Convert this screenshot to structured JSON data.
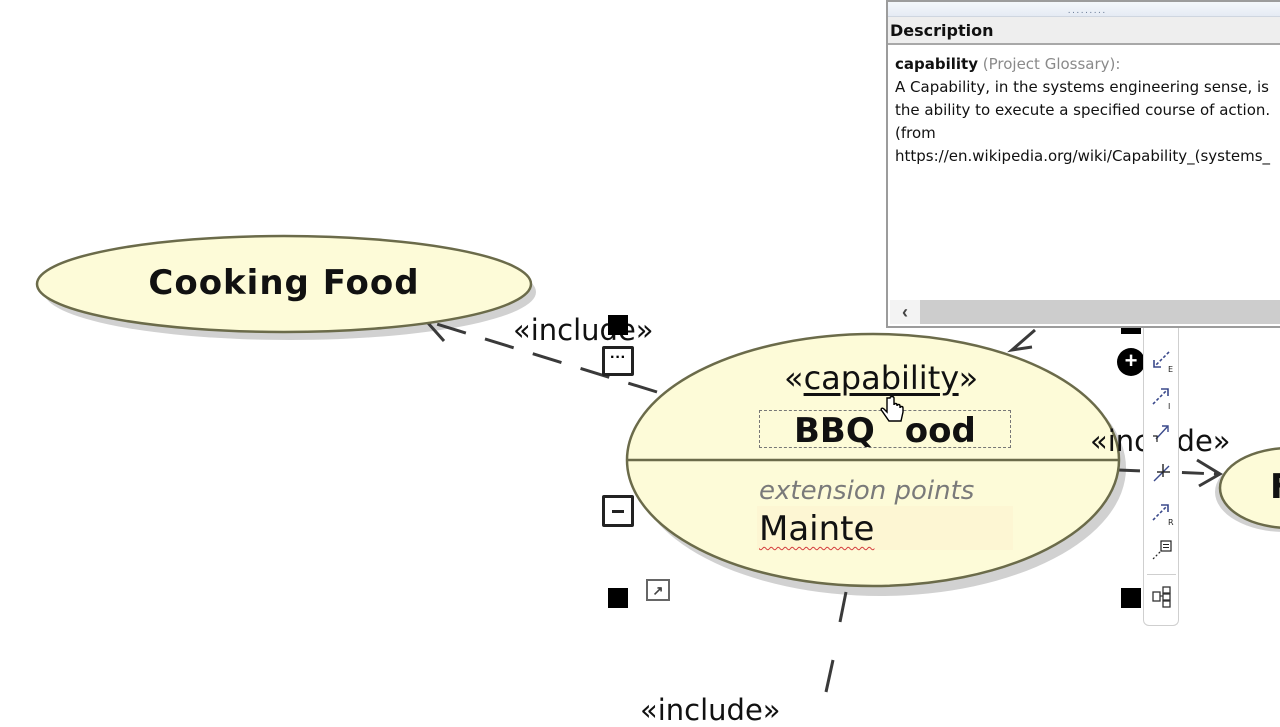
{
  "diagram": {
    "use_cases": [
      {
        "id": "cooking-food",
        "name": "Cooking Food"
      },
      {
        "id": "bbq-food",
        "stereotype_prefix": "«",
        "stereotype": "capability",
        "stereotype_suffix": "»",
        "name": "BBQ Food",
        "name_visible_left": "BBQ",
        "name_visible_right": "ood",
        "extension_points_title": "extension points",
        "extension_point_editing": "Mainte"
      },
      {
        "id": "right-partial",
        "name_visible": "F"
      }
    ],
    "relationships": [
      {
        "label": "«include»",
        "from": "bbq-food",
        "to": "cooking-food"
      },
      {
        "label": "«include»",
        "from": "bbq-food",
        "to": "right-partial"
      },
      {
        "label": "«include»",
        "from": "bottom-offscreen",
        "to": "bbq-food"
      }
    ],
    "colors": {
      "use_case_fill": "#fdfbd8",
      "use_case_stroke": "#6b6b4a",
      "shadow": "#c8c8c8",
      "line": "#3a3a3a"
    }
  },
  "selection_controls": {
    "more_button_glyph": "···",
    "collapse_button_glyph": "−",
    "expand_button_glyph": "↗",
    "add_button_glyph": "+"
  },
  "description_panel": {
    "grip": "·········",
    "header": "Description",
    "term": "capability",
    "source": "(Project Glossary):",
    "lines": [
      "A Capability, in the systems engineering sense, is",
      "the ability to execute a specified course of action.",
      "(from",
      "https://en.wikipedia.org/wiki/Capability_(systems_"
    ],
    "scroll_left_glyph": "‹"
  },
  "smart_toolbar": {
    "items": [
      {
        "name": "extend-relationship",
        "letter": "E"
      },
      {
        "name": "include-relationship",
        "letter": "I"
      },
      {
        "name": "generalization",
        "letter": ""
      },
      {
        "name": "containment",
        "letter": ""
      },
      {
        "name": "realization",
        "letter": "R"
      },
      {
        "name": "anchor-to-note",
        "letter": ""
      },
      {
        "name": "layout-structure",
        "letter": ""
      }
    ]
  }
}
